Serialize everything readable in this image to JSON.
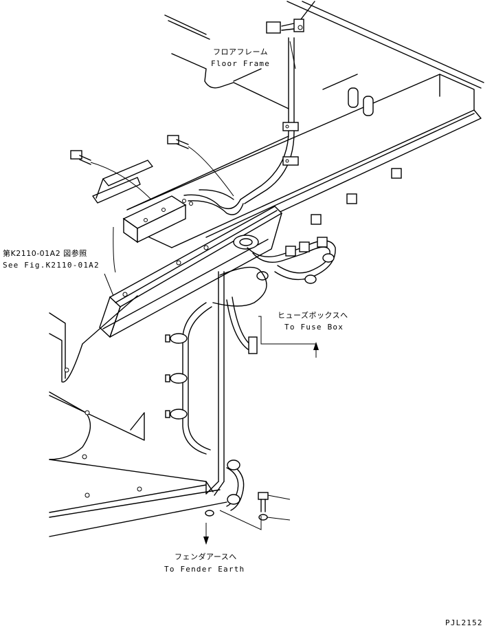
{
  "labels": {
    "floor_frame_jp": "フロアフレーム",
    "floor_frame_en": "Floor Frame",
    "see_fig_jp": "第K2110-01A2 図参照",
    "see_fig_en": "See Fig.K2110-01A2",
    "fuse_box_jp": "ヒューズボックスへ",
    "fuse_box_en": "To Fuse Box",
    "fender_earth_jp": "フェンダアースへ",
    "fender_earth_en": "To Fender Earth",
    "drawing_code": "PJL2152"
  },
  "icons": {
    "arrow": "down-arrow-icon",
    "arrow_up": "up-arrow-icon"
  }
}
